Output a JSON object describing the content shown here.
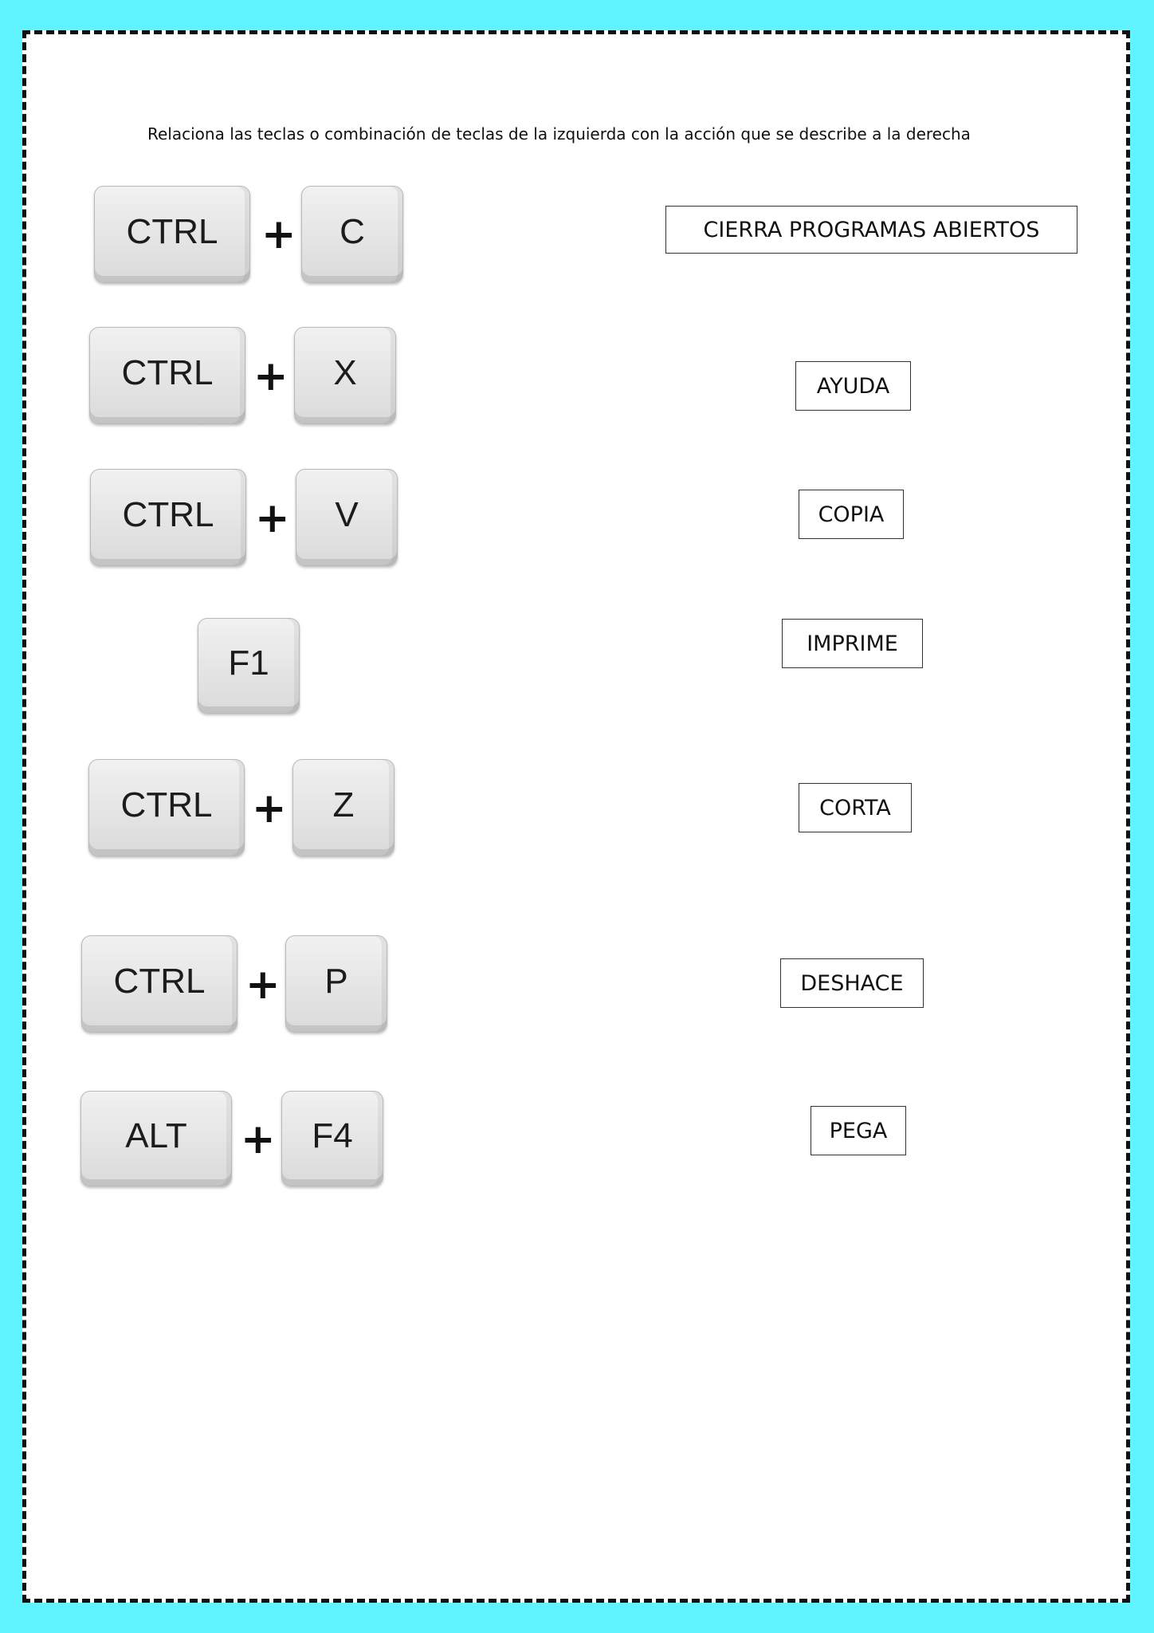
{
  "instructions": "Relaciona las teclas o combinación de teclas de la izquierda con la acción que se describe a la derecha",
  "plus_symbol": "+",
  "shortcuts": [
    {
      "keys": [
        "CTRL",
        "C"
      ]
    },
    {
      "keys": [
        "CTRL",
        "X"
      ]
    },
    {
      "keys": [
        "CTRL",
        "V"
      ]
    },
    {
      "keys": [
        "F1"
      ]
    },
    {
      "keys": [
        "CTRL",
        "Z"
      ]
    },
    {
      "keys": [
        "CTRL",
        "P"
      ]
    },
    {
      "keys": [
        "ALT",
        "F4"
      ]
    }
  ],
  "actions": [
    "CIERRA PROGRAMAS ABIERTOS",
    "AYUDA",
    "COPIA",
    "IMPRIME",
    "CORTA",
    "DESHACE",
    "PEGA"
  ],
  "colors": {
    "background": "#5ff4ff",
    "sheet": "#ffffff",
    "border": "#111111"
  }
}
